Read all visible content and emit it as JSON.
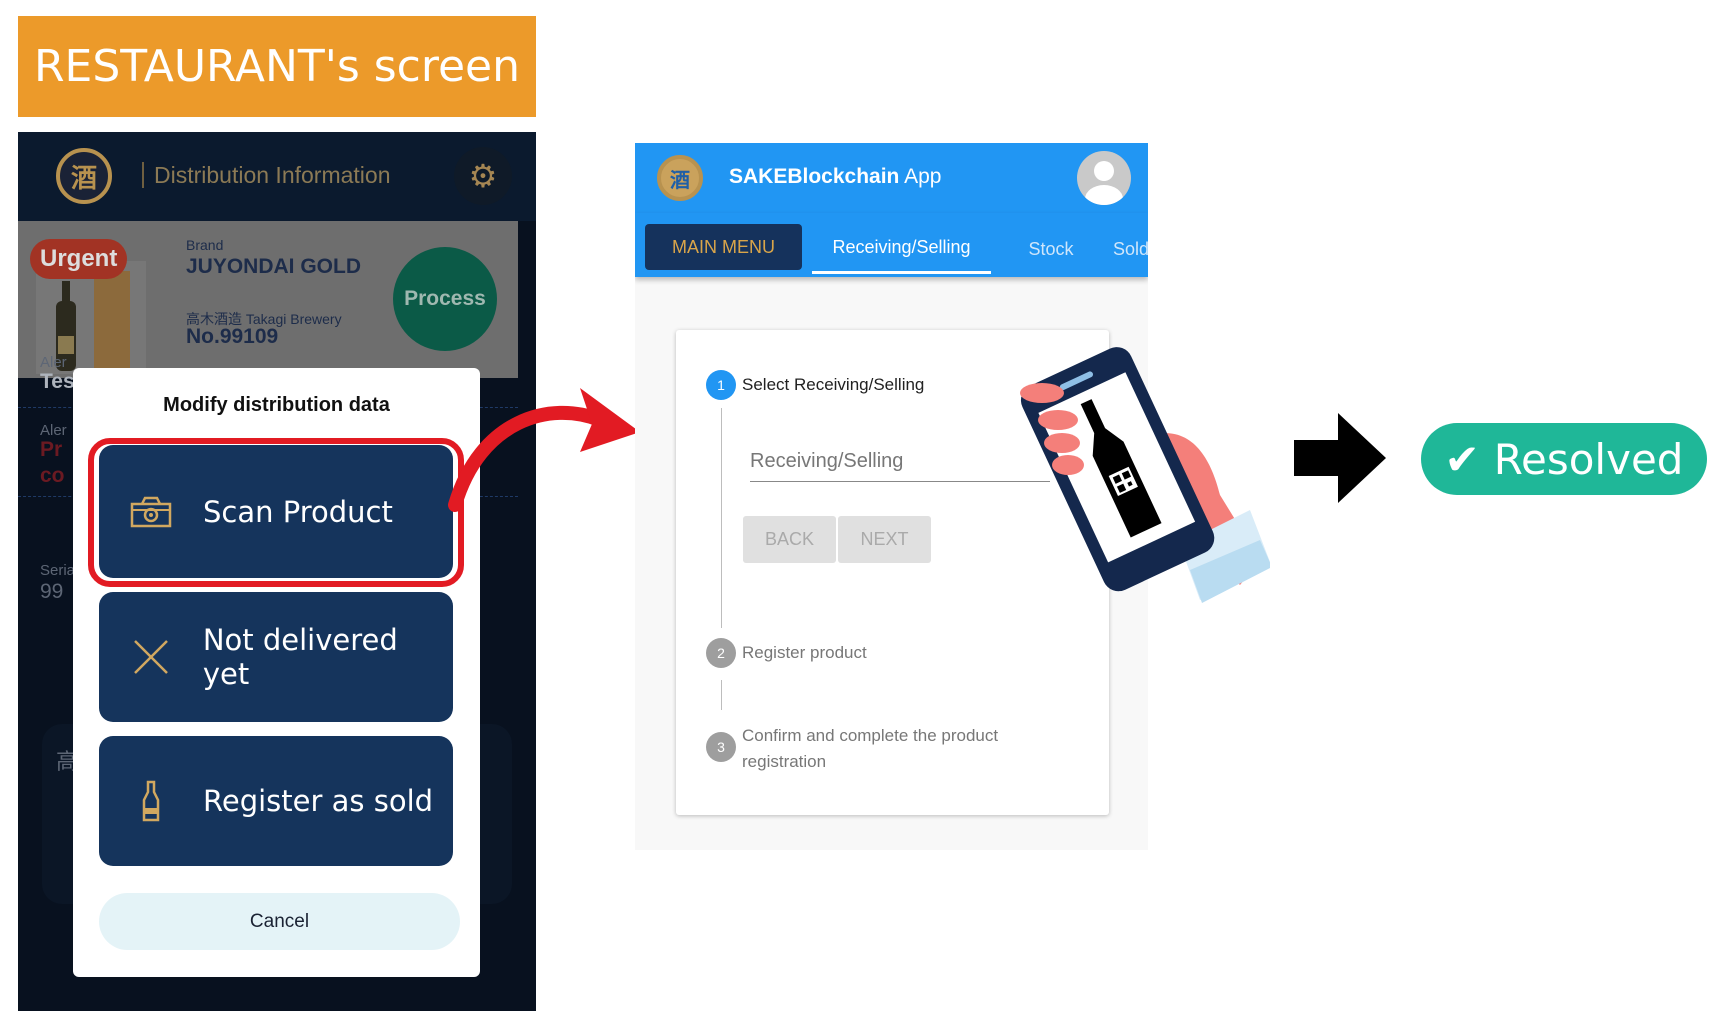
{
  "banner": {
    "title": "RESTAURANT's screen"
  },
  "restaurant_app": {
    "header": {
      "logo_glyph": "酒",
      "title": "Distribution Information",
      "settings_icon": "gear-icon"
    },
    "product": {
      "badge": "Urgent",
      "brand_label": "Brand",
      "brand": "JUYONDAI GOLD",
      "brewery": "高木酒造 Takagi Brewery",
      "number": "No.99109",
      "process_button": "Process"
    },
    "background_fragments": {
      "alert1_label": "Aler",
      "alert1_value": "Tes",
      "alert2_label": "Aler",
      "alert2_value_1": "Pr",
      "alert2_value_2": "co",
      "serial_label": "Seria",
      "serial_value": "99",
      "lower_fragment": "高"
    },
    "modal": {
      "title": "Modify distribution data",
      "options": [
        {
          "label": "Scan Product",
          "icon": "camera-icon"
        },
        {
          "label": "Not delivered yet",
          "icon": "x-icon"
        },
        {
          "label": "Register as sold",
          "icon": "bottle-icon"
        }
      ],
      "cancel": "Cancel"
    }
  },
  "sake_app": {
    "header": {
      "logo_glyph": "酒",
      "title_bold": "SAKEBlockchain",
      "title_rest": " App"
    },
    "tabs": {
      "main_menu": "MAIN MENU",
      "items": [
        "Receiving/Selling",
        "Stock",
        "Sold"
      ]
    },
    "stepper": {
      "steps": [
        {
          "number": "1",
          "label": "Select Receiving/Selling"
        },
        {
          "number": "2",
          "label": "Register product"
        },
        {
          "number": "3",
          "label": "Confirm and complete the product registration"
        }
      ],
      "field_placeholder": "Receiving/Selling",
      "back": "BACK",
      "next": "NEXT"
    }
  },
  "result": {
    "check": "✔",
    "label": "Resolved"
  },
  "colors": {
    "banner": "#ec9a2a",
    "navy": "#15345c",
    "blue": "#2196f3",
    "green": "#1fb798",
    "red": "#e21b23"
  }
}
